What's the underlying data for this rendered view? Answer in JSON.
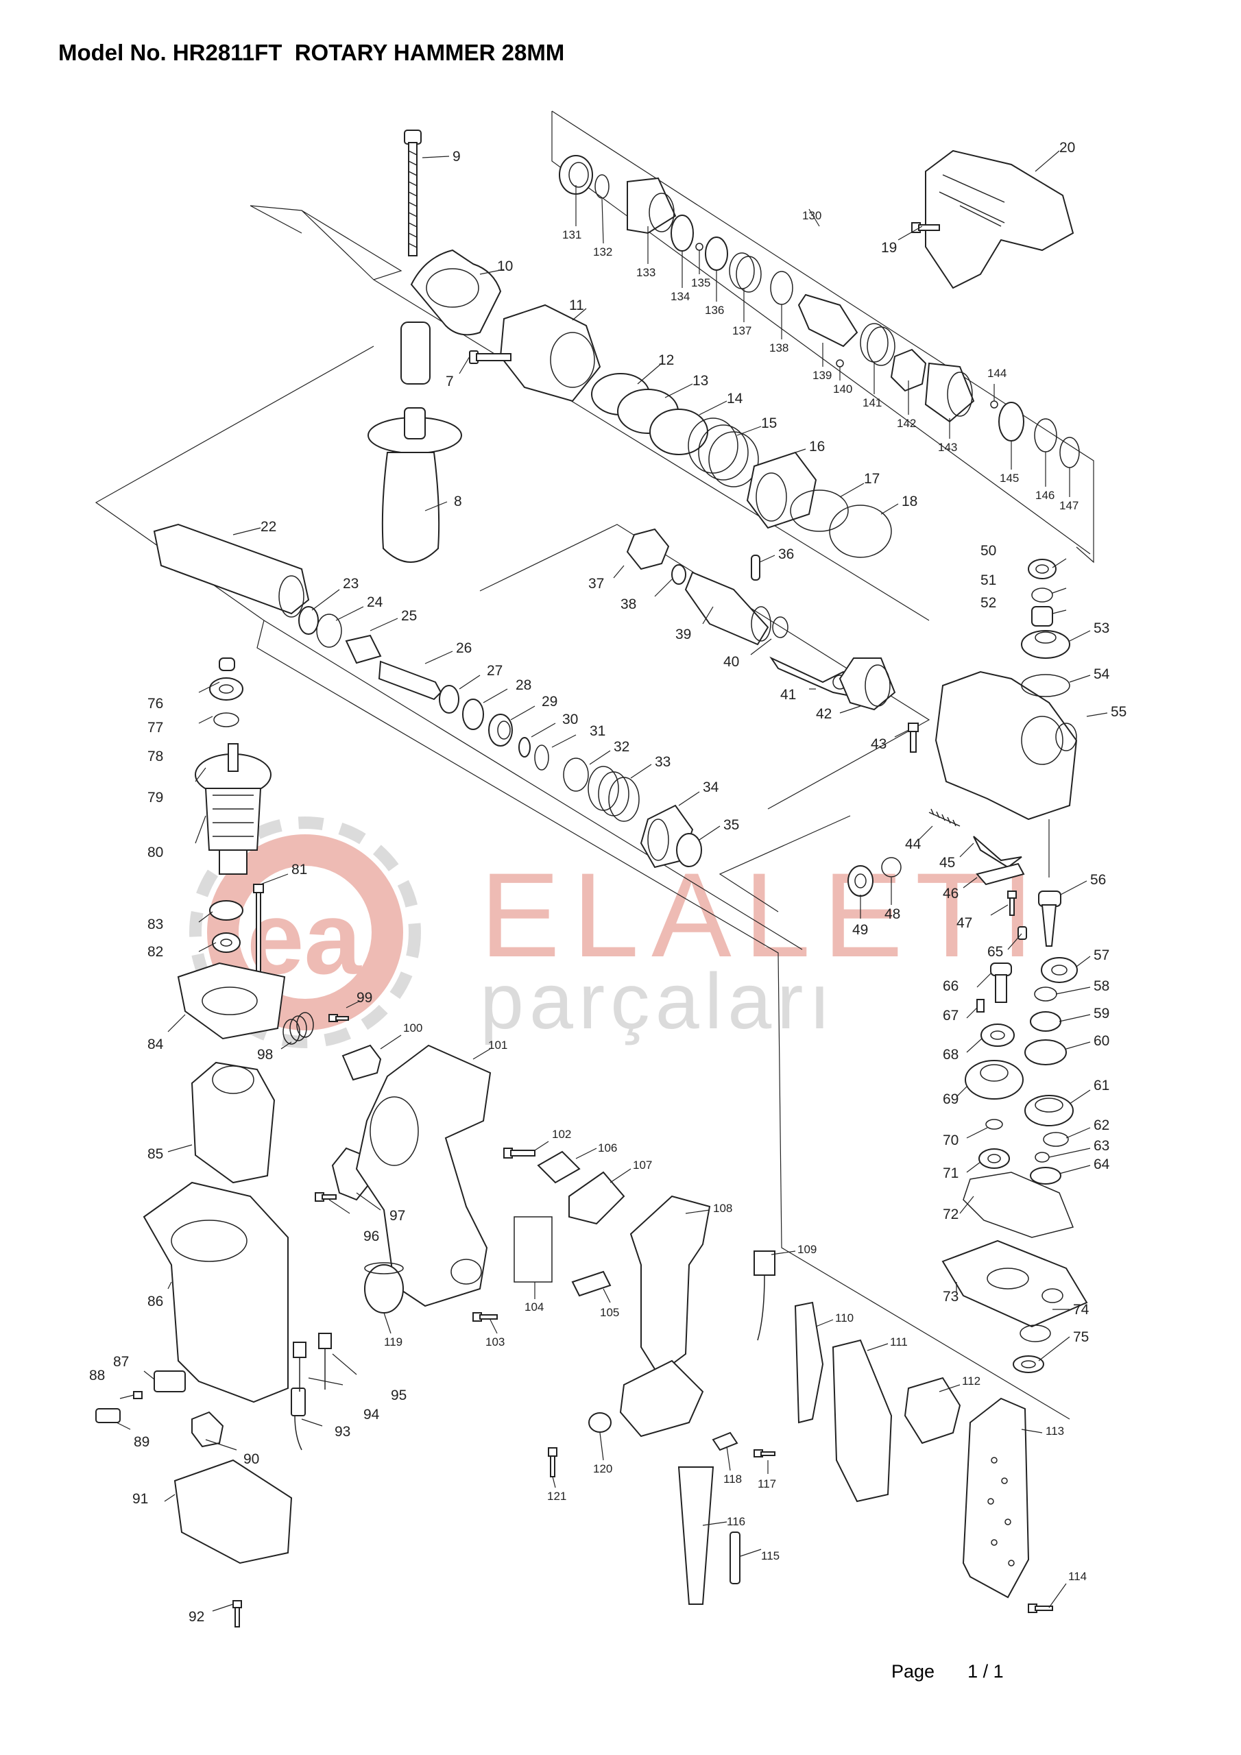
{
  "header": {
    "title": "Model No. HR2811FT  ROTARY HAMMER 28MM"
  },
  "watermark": {
    "brand_top": "ELALETI",
    "brand_bottom": "parçaları",
    "color": "#e9a59b",
    "color_gray": "#d0d0d0"
  },
  "footer": {
    "page_label": "Page",
    "page_number": "1 / 1"
  },
  "parts": {
    "p7": "7",
    "p8": "8",
    "p9": "9",
    "p10": "10",
    "p11": "11",
    "p12": "12",
    "p13": "13",
    "p14": "14",
    "p15": "15",
    "p16": "16",
    "p17": "17",
    "p18": "18",
    "p19": "19",
    "p20": "20",
    "p22": "22",
    "p23": "23",
    "p24": "24",
    "p25": "25",
    "p26": "26",
    "p27": "27",
    "p28": "28",
    "p29": "29",
    "p30": "30",
    "p31": "31",
    "p32": "32",
    "p33": "33",
    "p34": "34",
    "p35": "35",
    "p36": "36",
    "p37": "37",
    "p38": "38",
    "p39": "39",
    "p40": "40",
    "p41": "41",
    "p42": "42",
    "p43": "43",
    "p44": "44",
    "p45": "45",
    "p46": "46",
    "p47": "47",
    "p48": "48",
    "p49": "49",
    "p50": "50",
    "p51": "51",
    "p52": "52",
    "p53": "53",
    "p54": "54",
    "p55": "55",
    "p56": "56",
    "p57": "57",
    "p58": "58",
    "p59": "59",
    "p60": "60",
    "p61": "61",
    "p62": "62",
    "p63": "63",
    "p64": "64",
    "p65": "65",
    "p66": "66",
    "p67": "67",
    "p68": "68",
    "p69": "69",
    "p70": "70",
    "p71": "71",
    "p72": "72",
    "p73": "73",
    "p74": "74",
    "p75": "75",
    "p76": "76",
    "p77": "77",
    "p78": "78",
    "p79": "79",
    "p80": "80",
    "p81": "81",
    "p82": "82",
    "p83": "83",
    "p84": "84",
    "p85": "85",
    "p86": "86",
    "p87": "87",
    "p88": "88",
    "p89": "89",
    "p90": "90",
    "p91": "91",
    "p92": "92",
    "p93": "93",
    "p94": "94",
    "p95": "95",
    "p96": "96",
    "p97": "97",
    "p98": "98",
    "p99": "99",
    "p100": "100",
    "p101": "101",
    "p102": "102",
    "p103": "103",
    "p104": "104",
    "p105": "105",
    "p106": "106",
    "p107": "107",
    "p108": "108",
    "p109": "109",
    "p110": "110",
    "p111": "111",
    "p112": "112",
    "p113": "113",
    "p114": "114",
    "p115": "115",
    "p116": "116",
    "p117": "117",
    "p118": "118",
    "p119": "119",
    "p120": "120",
    "p121": "121",
    "p130": "130",
    "p131": "131",
    "p132": "132",
    "p133": "133",
    "p134": "134",
    "p135": "135",
    "p136": "136",
    "p137": "137",
    "p138": "138",
    "p139": "139",
    "p140": "140",
    "p141": "141",
    "p142": "142",
    "p143": "143",
    "p144": "144",
    "p145": "145",
    "p146": "146",
    "p147": "147"
  }
}
